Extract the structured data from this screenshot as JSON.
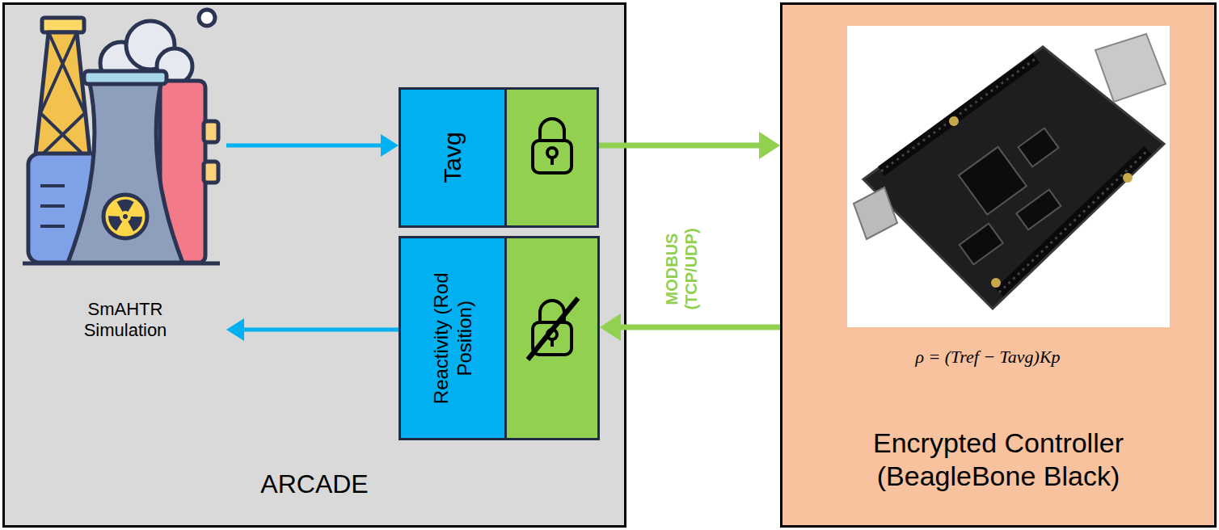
{
  "diagram": {
    "nodes": [
      {
        "text": [
          "ARCADE"
        ]
      },
      {
        "text": [
          "SmAHTR Simulation"
        ],
        "in": 0
      },
      {
        "text": [
          "Tavg"
        ],
        "in": 0
      },
      {
        "text": [
          "Reactivity (Rod Position)"
        ],
        "in": 0
      },
      {
        "text": [
          "Encrypted Controller (BeagleBone Black)"
        ]
      }
    ],
    "edges": [
      {
        "from": 1,
        "to": 2,
        "arrow": "to"
      },
      {
        "from": 2,
        "to": 4,
        "arrow": "to"
      },
      {
        "from": 4,
        "to": 3,
        "arrow": "to"
      },
      {
        "from": 3,
        "to": 1,
        "arrow": "to"
      }
    ],
    "labels": [
      "MODBUS (TCP/UDP)",
      "ρ = (Tref − Tavg)Kp"
    ]
  }
}
